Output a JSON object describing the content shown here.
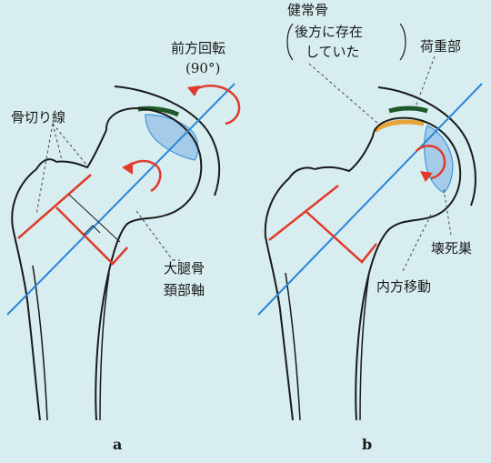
{
  "labels": {
    "osteotomy_line": "骨切り線",
    "rotation_line1": "前方回転",
    "rotation_line2": "(90°)",
    "femoral_neck_axis_line1": "大腿骨",
    "femoral_neck_axis_line2": "頚部軸",
    "healthy_bone_line1": "健常骨",
    "healthy_bone_line2": "後方に存在",
    "healthy_bone_line3": "していた",
    "weight_bearing": "荷重部",
    "necrotic_lesion": "壊死巣",
    "medial_shift": "内方移動",
    "panel_a": "a",
    "panel_b": "b"
  },
  "colors": {
    "background": "#d7edf0",
    "bone_outline": "#1a1a1a",
    "osteotomy": "#e03a2a",
    "axis": "#2a86d8",
    "necrosis_fill": "#9cc7e8",
    "weight_bearing_bar": "#1d5a2a",
    "healthy_bar": "#e7a43a"
  }
}
